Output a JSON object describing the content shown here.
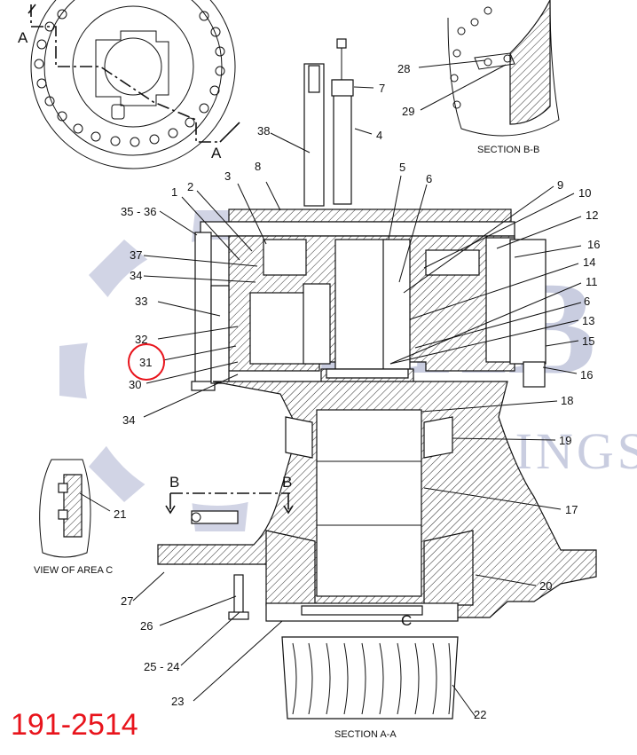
{
  "watermark": {
    "brand_main": "ZHB",
    "brand_sub": "BEARINGS"
  },
  "drawing": {
    "part_number": "191-2514",
    "highlighted_callout": "31",
    "section_labels": {
      "a_top": "A",
      "a_bottom": "A",
      "b_left": "B",
      "b_right": "B",
      "c_mark": "C"
    },
    "captions": {
      "section_bb": "SECTION B-B",
      "view_area_c": "VIEW OF AREA C",
      "section_aa": "SECTION A-A"
    },
    "callouts": {
      "c1": "1",
      "c2": "2",
      "c3": "3",
      "c4": "4",
      "c5": "5",
      "c6a": "6",
      "c6b": "6",
      "c7": "7",
      "c8": "8",
      "c9": "9",
      "c10": "10",
      "c11": "11",
      "c12": "12",
      "c13": "13",
      "c14": "14",
      "c15": "15",
      "c16a": "16",
      "c16b": "16",
      "c17": "17",
      "c18": "18",
      "c19": "19",
      "c20": "20",
      "c21": "21",
      "c22": "22",
      "c23": "23",
      "c2524": "25 - 24",
      "c26": "26",
      "c27": "27",
      "c28": "28",
      "c29": "29",
      "c30": "30",
      "c31": "31",
      "c32": "32",
      "c33": "33",
      "c34a": "34",
      "c34b": "34",
      "c3536": "35 - 36",
      "c37": "37",
      "c38": "38"
    }
  }
}
